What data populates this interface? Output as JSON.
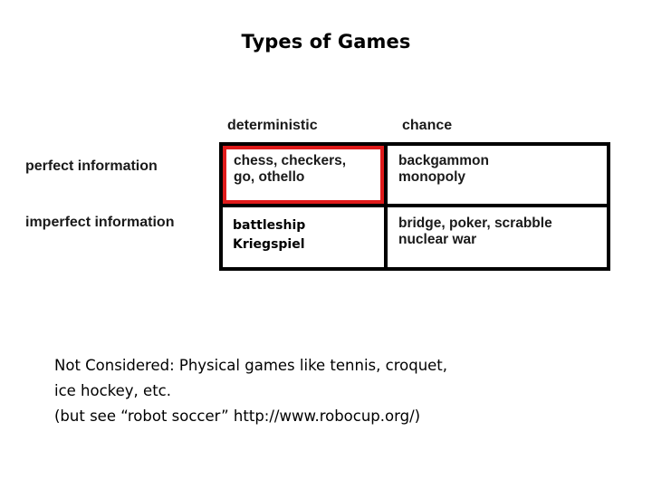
{
  "slide": {
    "title": "Types of Games"
  },
  "matrix": {
    "column_headers": [
      {
        "id": "deterministic",
        "label": "deterministic"
      },
      {
        "id": "chance",
        "label": "chance"
      }
    ],
    "row_headers": [
      {
        "id": "perfect",
        "label": "perfect information"
      },
      {
        "id": "imperfect",
        "label": "imperfect information"
      }
    ],
    "cells": [
      {
        "row": "perfect",
        "column": "deterministic",
        "text": "chess, checkers,\ngo, othello",
        "highlighted": true,
        "highlight_color": "#e01b1b"
      },
      {
        "row": "perfect",
        "column": "chance",
        "text": "backgammon\nmonopoly",
        "highlighted": false
      },
      {
        "row": "imperfect",
        "column": "deterministic",
        "text": "battleship\nKriegspiel",
        "highlighted": false
      },
      {
        "row": "imperfect",
        "column": "chance",
        "text": "bridge, poker, scrabble\nnuclear war",
        "highlighted": false
      }
    ],
    "border_color": "#000000"
  },
  "footer": {
    "note": "Not Considered:  Physical games like tennis, croquet,\nice hockey, etc.\n(but see “robot soccer” http://www.robocup.org/)"
  }
}
